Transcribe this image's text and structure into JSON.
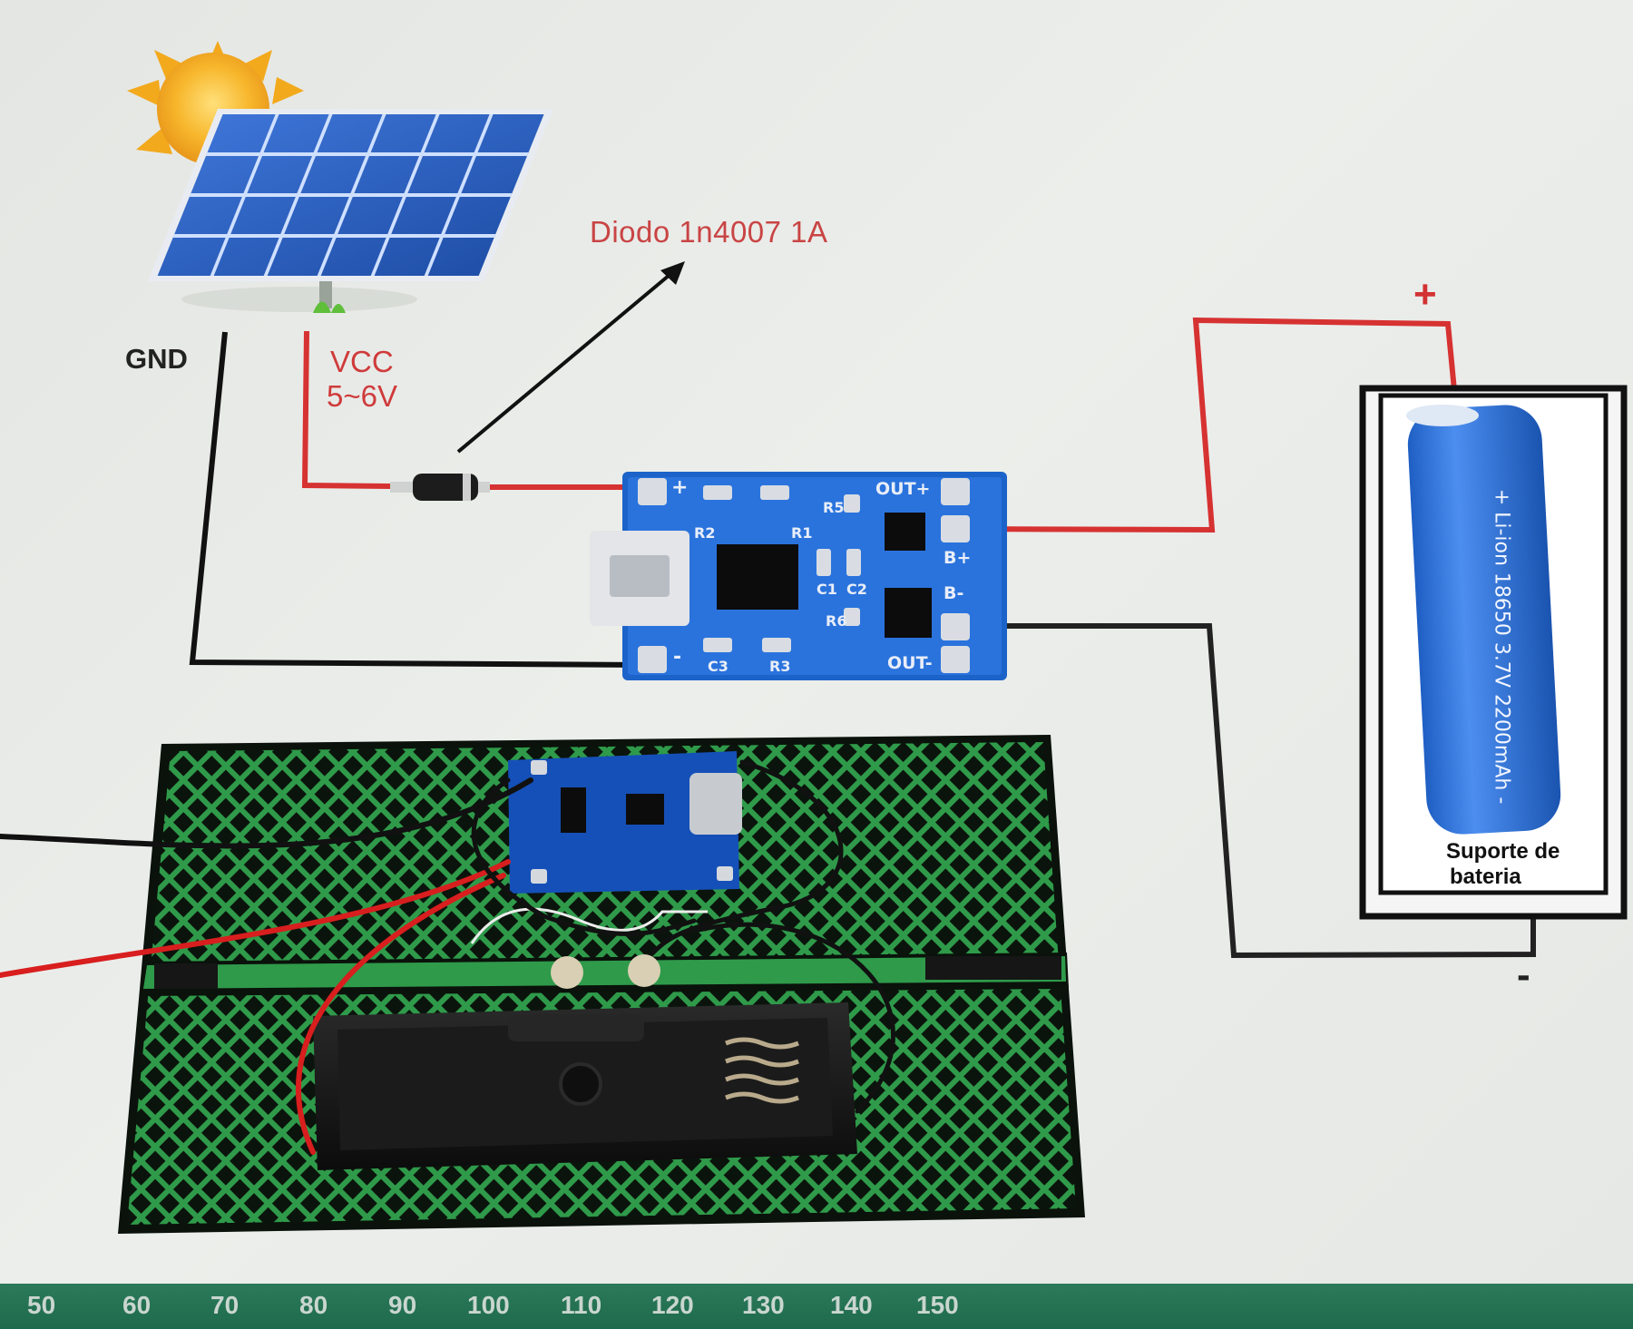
{
  "diagram": {
    "gnd_label": "GND",
    "vcc_line1": "VCC",
    "vcc_line2": "5~6V",
    "diode_label": "Diodo 1n4007 1A",
    "battery_plus": "+",
    "battery_minus": "-",
    "holder_line1": "Suporte de",
    "holder_line2": "bateria",
    "battery_print": "+ Li-ion 18650 3.7V 2200mAh -",
    "board": {
      "pin_plus": "+",
      "pin_minus": "-",
      "out_plus": "OUT+",
      "out_minus": "OUT-",
      "b_plus": "B+",
      "b_minus": "B-",
      "r1": "R1",
      "r2": "R2",
      "r3": "R3",
      "r5": "R5",
      "r6": "R6",
      "c1": "C1",
      "c2": "C2",
      "c3": "C3"
    }
  },
  "ruler": {
    "ticks": [
      "50",
      "60",
      "70",
      "80",
      "90",
      "100",
      "110",
      "120",
      "130",
      "140",
      "150"
    ]
  }
}
